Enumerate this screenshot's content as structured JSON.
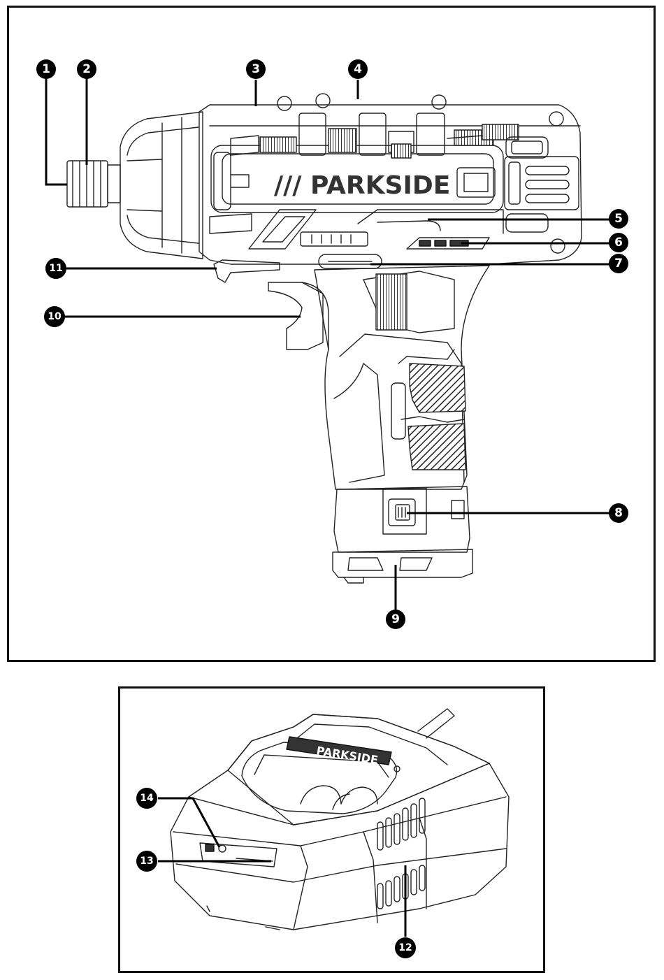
{
  "brand_label": "/// PARKSIDE",
  "charger_brand_label": "PARKSIDE",
  "callouts": [
    {
      "label": "1"
    },
    {
      "label": "2"
    },
    {
      "label": "3"
    },
    {
      "label": "4"
    },
    {
      "label": "5"
    },
    {
      "label": "6"
    },
    {
      "label": "7"
    },
    {
      "label": "8"
    },
    {
      "label": "9"
    },
    {
      "label": "10"
    },
    {
      "label": "11"
    },
    {
      "label": "12"
    },
    {
      "label": "13"
    },
    {
      "label": "14"
    }
  ]
}
